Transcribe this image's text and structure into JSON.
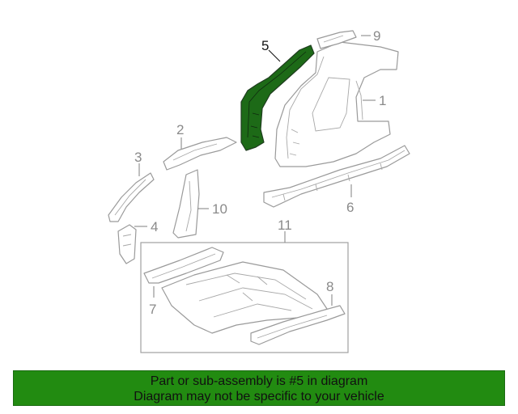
{
  "diagram": {
    "callouts": [
      "1",
      "2",
      "3",
      "4",
      "5",
      "6",
      "7",
      "8",
      "9",
      "10",
      "11"
    ],
    "highlighted_part": "5",
    "colors": {
      "highlight_fill": "#1d6a17",
      "outline": "#9a9a9a",
      "callout_text": "#8a8a8a",
      "active_text": "#111111"
    }
  },
  "banner": {
    "line1": "Part or sub-assembly is #5 in diagram",
    "line2": "Diagram may not be specific to your vehicle",
    "background": "#228b11"
  }
}
